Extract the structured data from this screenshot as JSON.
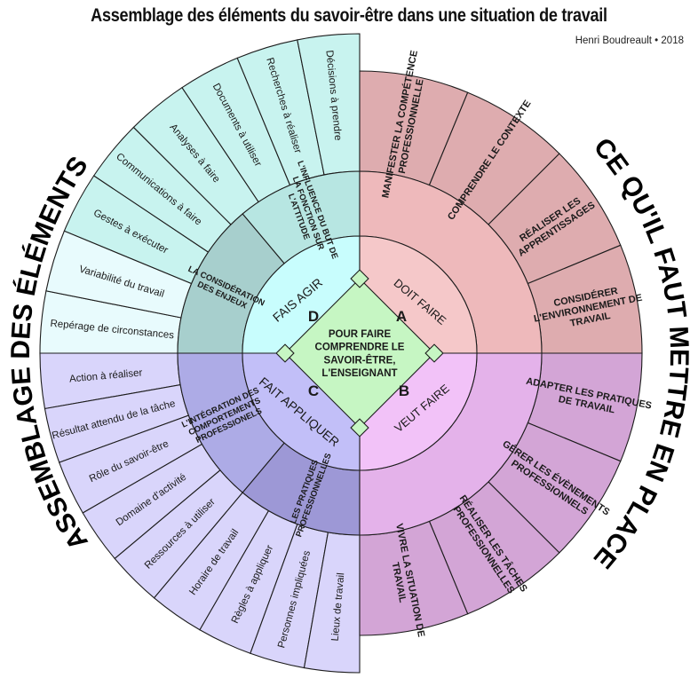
{
  "title": "Assemblage des éléments du savoir-être dans une situation de travail",
  "author": "Henri Boudreault • 2018",
  "left_title": "ASSEMBLAGE DES ÉLÉMENTS",
  "right_title": "CE QU'IL FAUT METTRE EN PLACE",
  "center": {
    "lines": [
      "POUR FAIRE",
      "COMPRENDRE LE",
      "SAVOIR-ÊTRE,",
      "L'ENSEIGNANT"
    ],
    "corners": {
      "a": "A",
      "b": "B",
      "c": "C",
      "d": "D"
    }
  },
  "quadrants": {
    "fais_agir": "FAIS AGIR",
    "doit_faire": "DOIT FAIRE",
    "veut_faire": "VEUT FAIRE",
    "fait_appliquer": "FAIT APPLIQUER"
  },
  "middle_left": {
    "enjeux": [
      "LA CONSIDÉRATION",
      "DES ENJEUX"
    ],
    "but": [
      "L'INFLUENCE DU BUT DE",
      "LA FONCTION SUR",
      "L'ATTITUDE"
    ],
    "integration": [
      "L'INTÉGRATION DES",
      "COMPORTEMENTS",
      "PROFESSIONELS"
    ],
    "pratiques": [
      "LES PRATIQUES",
      "PROFESSIONNELLES"
    ]
  },
  "outer_top_left": [
    {
      "lines": [
        "Repérage de circonstances"
      ]
    },
    {
      "lines": [
        "Variabilité du travail"
      ]
    },
    {
      "lines": [
        "Gestes à exécuter"
      ]
    },
    {
      "lines": [
        "Communications à faire"
      ]
    },
    {
      "lines": [
        "Analyses à faire"
      ]
    },
    {
      "lines": [
        "Documents à utiliser"
      ]
    },
    {
      "lines": [
        "Recherches à réaliser"
      ]
    },
    {
      "lines": [
        "Décisions à prendre"
      ]
    }
  ],
  "outer_bottom_left": [
    {
      "lines": [
        "Action à réaliser"
      ]
    },
    {
      "lines": [
        "Résultat attendu de la tâche"
      ]
    },
    {
      "lines": [
        "Rôle du savoir-être"
      ]
    },
    {
      "lines": [
        "Domaine d'activité"
      ]
    },
    {
      "lines": [
        "Ressources à utiliser"
      ]
    },
    {
      "lines": [
        "Horaire de travail"
      ]
    },
    {
      "lines": [
        "Règles à appliquer"
      ]
    },
    {
      "lines": [
        "Personnes impliquées"
      ]
    },
    {
      "lines": [
        "Lieux de travail"
      ]
    }
  ],
  "outer_right_top": [
    {
      "lines": [
        "MANIFESTER LA COMPÉTENCE",
        "PROFESSIONNELLE"
      ]
    },
    {
      "lines": [
        "COMPRENDRE LE  CONTEXTE"
      ]
    },
    {
      "lines": [
        "RÉALISER LES",
        "APPRENTISSAGES"
      ]
    },
    {
      "lines": [
        "CONSIDÉRER",
        "L'ENVIRONNEMENT DE",
        "TRAVAIL"
      ]
    }
  ],
  "outer_right_bottom": [
    {
      "lines": [
        "ADAPTER LES PRATIQUES",
        "DE TRAVAIL"
      ]
    },
    {
      "lines": [
        "GÉRER LES ÉVÈNEMENTS",
        "PROFESSIONNELS"
      ]
    },
    {
      "lines": [
        "RÉALISER  LES TÂCHES",
        "PROFESSIONNELLES"
      ]
    },
    {
      "lines": [
        "VIVRE LA SITUATION DE",
        "TRAVAIL"
      ]
    }
  ],
  "colors": {
    "outer_top_left": [
      "#e8fbfd",
      "#e8fbfd",
      "#c8f3ef",
      "#c8f3ef",
      "#c8f3ef",
      "#c8f3ef",
      "#c8f3ef",
      "#c8f3ef"
    ],
    "outer_bottom_left": "#d9d5fb",
    "outer_right_top": "#deacaf",
    "outer_right_bottom": "#d3a5d6",
    "mid_enjeux": "#a7cfcd",
    "mid_but": "#b7e6e2",
    "mid_integration": "#adabe6",
    "mid_pratiques": "#9d98d6",
    "mid_right_top": "#eeb9bb",
    "mid_right_bottom": "#e4b2ea",
    "inner_fais_agir": "#c8fdfd",
    "inner_doit_faire": "#f5c8c9",
    "inner_veut_faire": "#f2c2f8",
    "inner_fait_appliquer": "#c2bff8",
    "center": "#c6f6c3"
  }
}
